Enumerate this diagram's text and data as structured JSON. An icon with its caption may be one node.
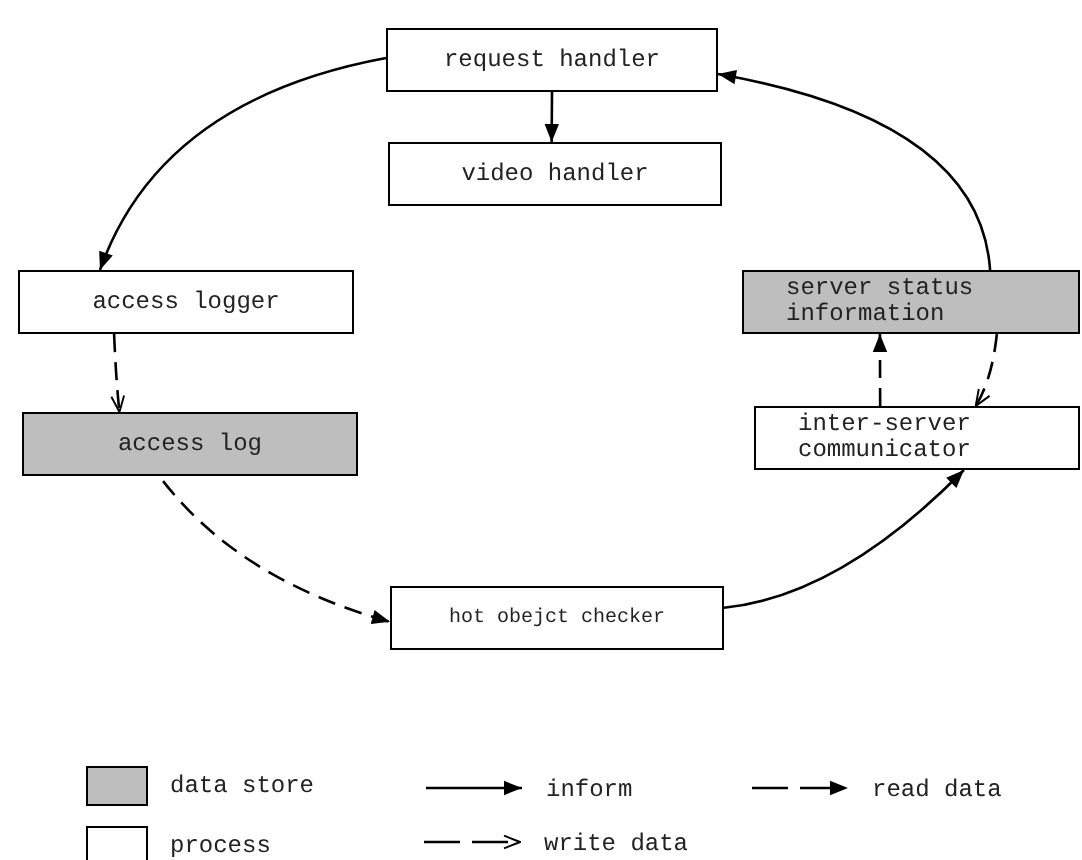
{
  "diagram": {
    "nodes": [
      {
        "text": [
          "request handler"
        ]
      },
      {
        "text": [
          "video handler"
        ]
      },
      {
        "text": [
          "access logger"
        ]
      },
      {
        "text": [
          "server status information"
        ]
      },
      {
        "text": [
          "access log"
        ]
      },
      {
        "text": [
          "inter-server communicator"
        ]
      },
      {
        "text": [
          "hot obejct checker"
        ]
      }
    ],
    "edges": [
      {
        "from": 0,
        "to": 1,
        "arrow": "to"
      },
      {
        "from": 0,
        "to": 2,
        "arrow": "to"
      },
      {
        "from": 3,
        "to": 0,
        "arrow": "to"
      },
      {
        "from": 2,
        "to": 4,
        "arrow": "to",
        "style": "dashed"
      },
      {
        "from": 4,
        "to": 6,
        "arrow": "to",
        "style": "dashed"
      },
      {
        "from": 6,
        "to": 5,
        "arrow": "to"
      },
      {
        "from": 5,
        "to": 3,
        "arrow": "to",
        "style": "dashed"
      },
      {
        "from": 3,
        "to": 5,
        "arrow": "to",
        "style": "dashed"
      }
    ],
    "legend": [
      {
        "text": "data store",
        "color": "#bebebe"
      },
      {
        "text": "inform"
      },
      {
        "text": "read data"
      },
      {
        "text": "process",
        "color": "#ffffff"
      },
      {
        "text": "write data"
      }
    ]
  }
}
